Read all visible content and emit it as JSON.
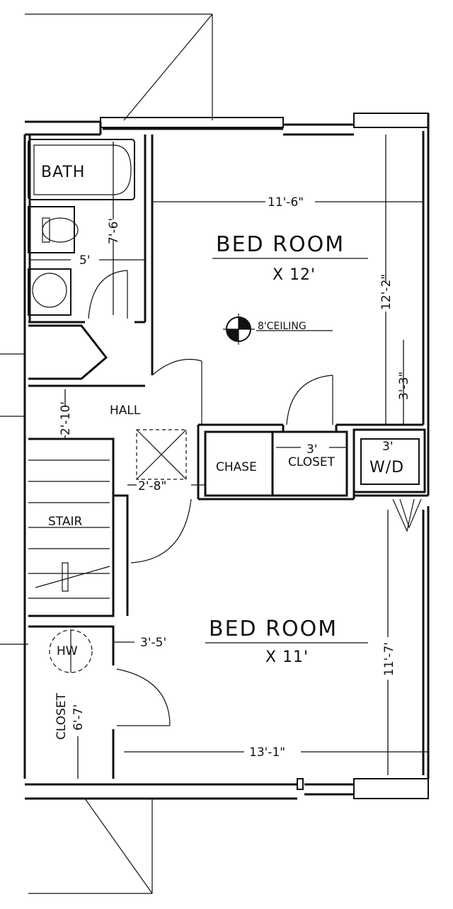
{
  "rooms": {
    "bath": "BATH",
    "bedroom_top": "BED ROOM",
    "bedroom_top_size": "X 12'",
    "bedroom_bottom": "BED ROOM",
    "bedroom_bottom_size": "X 11'",
    "hall": "HALL",
    "chase": "CHASE",
    "closet_mid": "CLOSET",
    "wd": "W/D",
    "stair": "STAIR",
    "closet_left": "CLOSET",
    "hw": "HW"
  },
  "ceiling_note": "8'CEILING",
  "dimensions": {
    "top_width": "11'-6\"",
    "top_height": "12'-2\"",
    "closet_depth": "3'-3\"",
    "bath_height": "7'-6'",
    "bath_width": "5'",
    "hall_width": "2'-10'",
    "chase_width": "2'-8\"",
    "closet_width": "3'",
    "wd_width": "3'",
    "bottom_width": "13'-1\"",
    "bottom_height": "11'-7'",
    "closet_left_width": "3'-5'",
    "closet_left_depth": "6'-7'"
  }
}
